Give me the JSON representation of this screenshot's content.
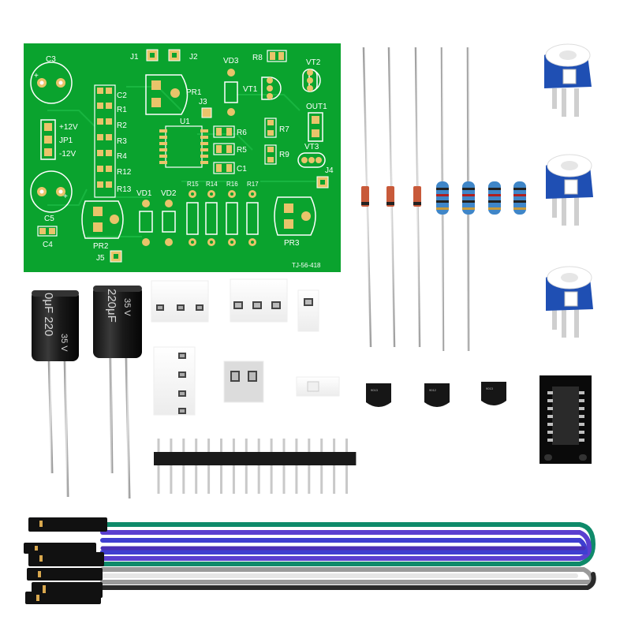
{
  "pcb": {
    "board_code": "TJ-56-418",
    "labels": {
      "c3": "C3",
      "c2": "C2",
      "c4": "C4",
      "c5": "C5",
      "r1": "R1",
      "r2": "R2",
      "r3": "R3",
      "r4": "R4",
      "r12": "R12",
      "r13": "R13",
      "jp1": "JP1",
      "plus12": "+12V",
      "minus12": "-12V",
      "j1": "J1",
      "j2": "J2",
      "j3": "J3",
      "j4": "J4",
      "j5": "J5",
      "pr1": "PR1",
      "pr2": "PR2",
      "pr3": "PR3",
      "u1": "U1",
      "vd1": "VD1",
      "vd2": "VD2",
      "vd3": "VD3",
      "vt1": "VT1",
      "vt2": "VT2",
      "vt3": "VT3",
      "r5": "R5",
      "r6": "R6",
      "r7": "R7",
      "r8": "R8",
      "r9": "R9",
      "c1": "C1",
      "out1": "OUT1",
      "r14": "R14",
      "r15": "R15",
      "r16": "R16",
      "r17": "R17"
    }
  },
  "capacitors": {
    "value": "220μF",
    "value_left": "0μF 220",
    "voltage": "35 V"
  },
  "colors": {
    "pcb_green": "#0aa32e",
    "pcb_trace": "#18b53e",
    "pad_gold": "#e9c46a",
    "pot_blue": "#1f4fb3",
    "resistor_body": "#3f86c8",
    "diode_body": "#c85a3a",
    "header_black": "#1a1a1a",
    "wire_green": "#0f8a6a",
    "wire_purple": "#5a3fcf",
    "wire_blue": "#3f3fd0",
    "wire_grey": "#9a9a9a",
    "wire_white": "#e6e6e6",
    "wire_black": "#2a2a2a"
  }
}
